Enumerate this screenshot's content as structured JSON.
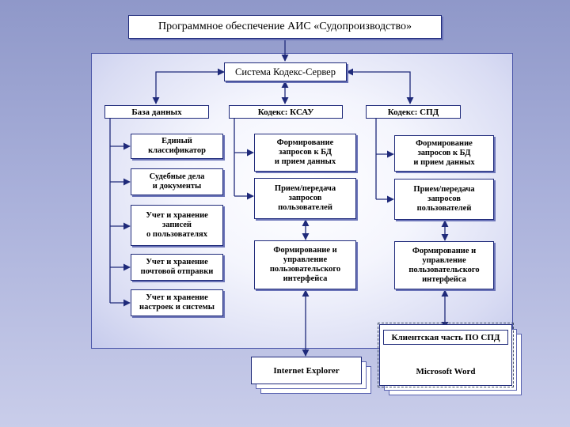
{
  "title": "Программное обеспечение АИС «Судопроизводство»",
  "server": "Система Кодекс-Сервер",
  "columns": {
    "db": {
      "header": "База данных",
      "items": [
        "Единый\nклассификатор",
        "Судебные дела\nи документы",
        "Учет и хранение\nзаписей\nо пользователях",
        "Учет и хранение\nпочтовой отправки",
        "Учет и хранение\nнастроек и системы"
      ]
    },
    "ksau": {
      "header": "Кодекс: КСАУ",
      "items": [
        "Формирование\nзапросов к БД\nи прием данных",
        "Прием/передача\nзапросов\nпользователей",
        "Формирование и\nуправление\nпользовательского\nинтерфейса"
      ]
    },
    "spd": {
      "header": "Кодекс: СПД",
      "items": [
        "Формирование\nзапросов к БД\nи прием данных",
        "Прием/передача\nзапросов\nпользователей",
        "Формирование и\nуправление\nпользовательского\nинтерфейса"
      ]
    }
  },
  "clients": {
    "ie": "Internet Explorer",
    "spd_client": "Клиентская часть ПО СПД",
    "word": "Microsoft Word"
  }
}
